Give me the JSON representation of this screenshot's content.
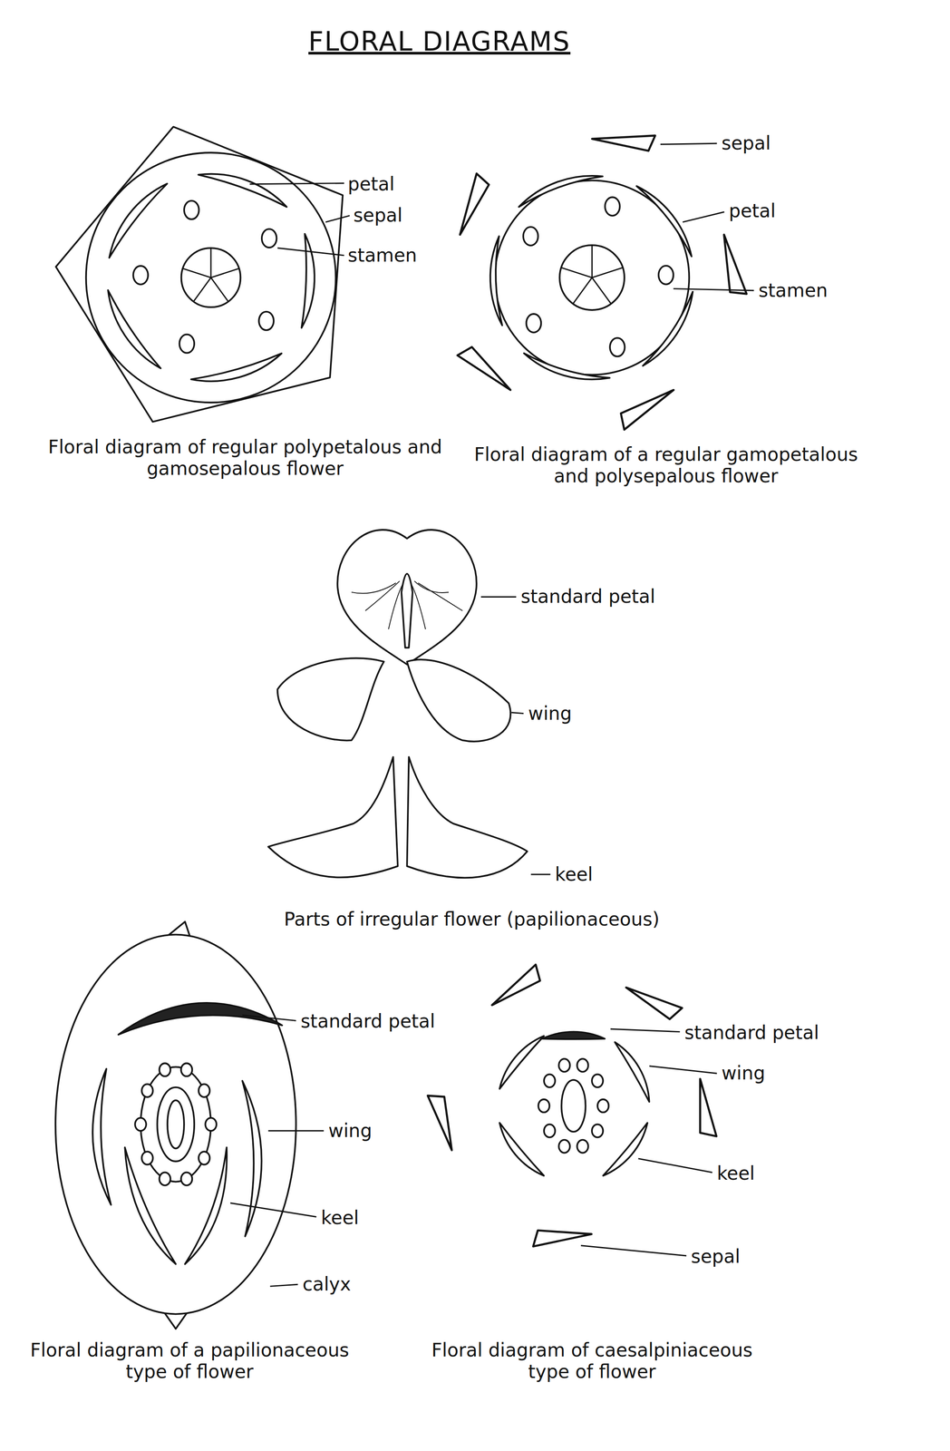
{
  "diagram": {
    "title": "FLORAL DIAGRAMS",
    "labels": [
      "petal",
      "sepal",
      "stamen",
      "Floral diagram of regular polypetalous and gamosepalous flower",
      "sepal",
      "petal",
      "stamen",
      "Floral diagram of a regular gamopetalous and polysepalous flower",
      "standard petal",
      "wing",
      "keel",
      "Parts of irregular flower (papilionaceous)",
      "standard petal",
      "wing",
      "keel",
      "calyx",
      "Floral diagram of a papilionaceous type of flower",
      "standard petal",
      "wing",
      "keel",
      "sepal",
      "Floral diagram of caesalpiniaceous type of flower"
    ]
  }
}
